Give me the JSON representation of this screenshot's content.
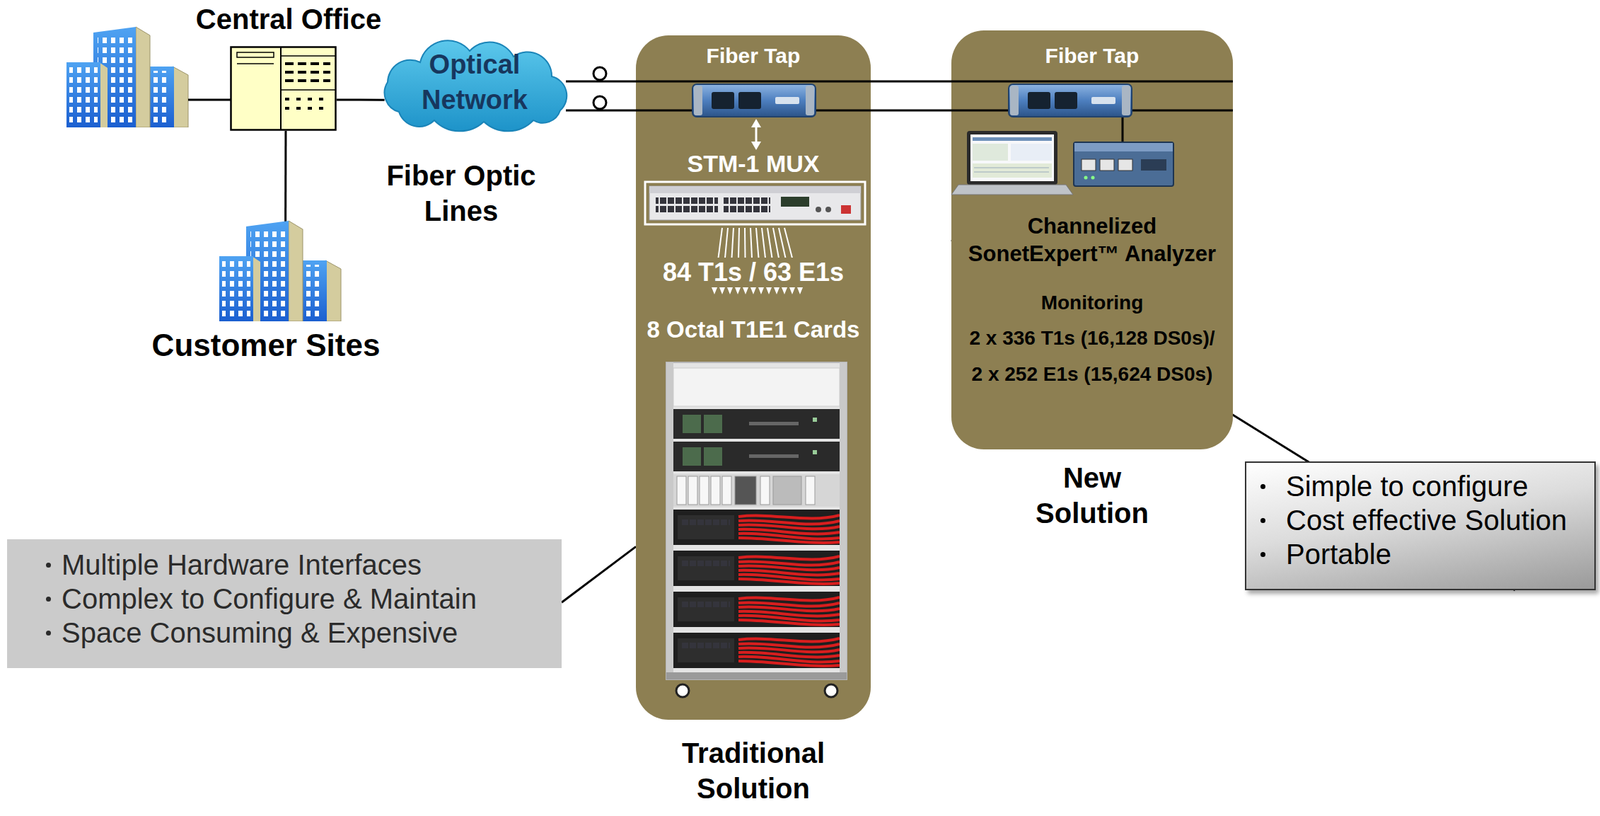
{
  "diagram": {
    "nodes": [
      {
        "text": [
          "Central Office"
        ]
      },
      {
        "text": [
          "Optical Network"
        ]
      },
      {
        "text": [
          "Customer Sites"
        ]
      },
      {
        "text": [
          "Fiber Tap",
          "STM-1 MUX",
          "84 T1s / 63 E1s",
          "8 Octal T1E1 Cards",
          "Traditional Solution"
        ]
      },
      {
        "text": [
          "Fiber Tap",
          "Channelized SonetExpert™ Analyzer",
          "Monitoring",
          "2 x 336 T1s (16,128 DS0s)/",
          "2 x 252 E1s (15,624 DS0s)",
          "New Solution"
        ]
      },
      {
        "text": [
          "Multiple Hardware Interfaces",
          "Complex to Configure & Maintain",
          "Space Consuming & Expensive"
        ]
      },
      {
        "text": [
          "Simple to configure",
          "Cost effective Solution",
          "Portable"
        ]
      }
    ],
    "edges": [
      {
        "from": 0,
        "to": 1,
        "arrow": "none"
      },
      {
        "from": 0,
        "to": 2,
        "arrow": "none"
      },
      {
        "from": 5,
        "to": 3,
        "arrow": "none"
      },
      {
        "from": 6,
        "to": 4,
        "arrow": "none"
      }
    ],
    "labels": [
      "Fiber Optic Lines"
    ]
  }
}
